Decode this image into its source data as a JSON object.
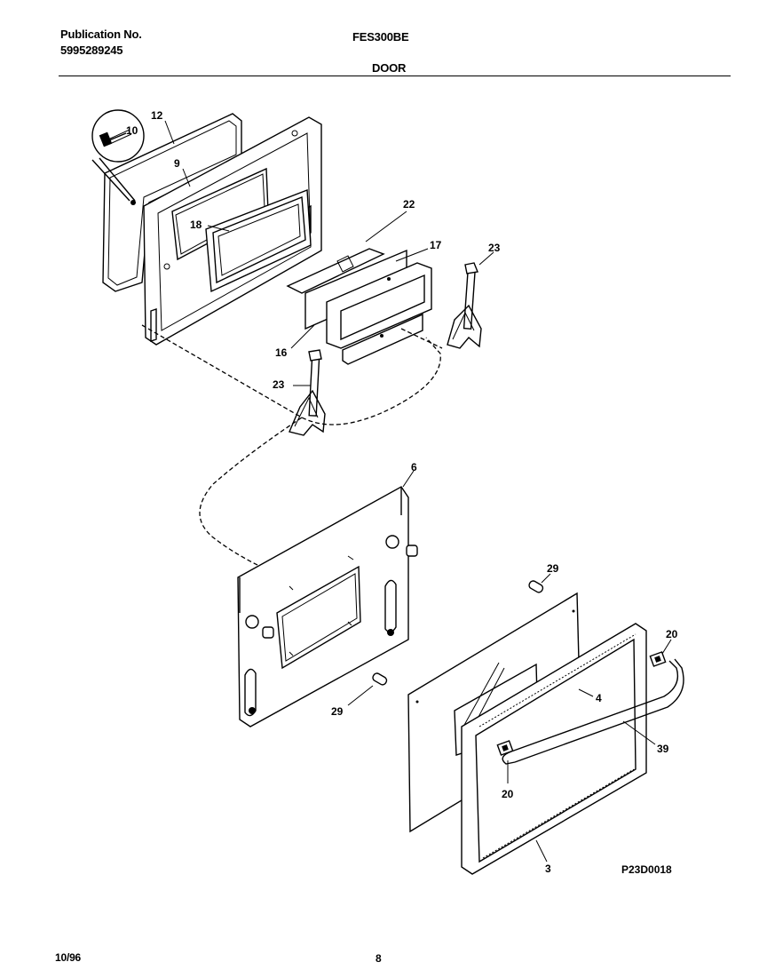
{
  "header": {
    "publication_label": "Publication No.",
    "publication_number": "5995289245",
    "model": "FES300BE",
    "section_title": "DOOR"
  },
  "footer": {
    "date": "10/96",
    "page_number": "8"
  },
  "diagram": {
    "figure_code": "P23D0018",
    "callouts": {
      "c12": "12",
      "c10": "10",
      "c9": "9",
      "c18": "18",
      "c22": "22",
      "c17": "17",
      "c23a": "23",
      "c16": "16",
      "c23b": "23",
      "c6": "6",
      "c29a": "29",
      "c20a": "20",
      "c4": "4",
      "c29b": "29",
      "c39": "39",
      "c20b": "20",
      "c3": "3"
    }
  }
}
